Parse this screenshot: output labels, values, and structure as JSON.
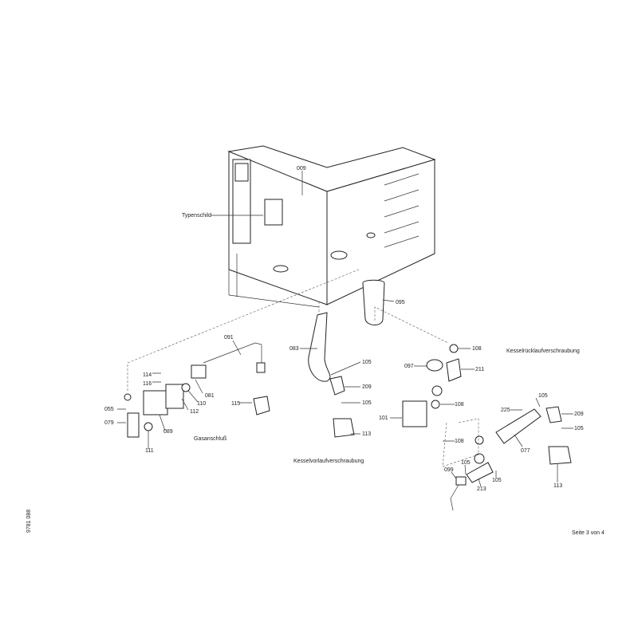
{
  "document": {
    "page": "Seite 3 von 4",
    "drawing_number": "9781 088",
    "captions": {
      "type_plate": "Typenschild",
      "gas_connection": "Gasanschluß",
      "flow_fitting": "Kesselvorlaufverschraubung",
      "return_fitting": "Kesselrücklaufverschraubung"
    },
    "part_labels": {
      "p009": "009",
      "p095": "095",
      "p091": "091",
      "p083": "083",
      "p105a": "105",
      "p108a": "108",
      "p097": "097",
      "p211": "211",
      "p114": "114",
      "p116": "116",
      "p081": "081",
      "p209a": "209",
      "p110": "110",
      "p055": "055",
      "p105b": "105",
      "p112": "112",
      "p115": "115",
      "p079": "079",
      "p108b": "108",
      "p101": "101",
      "p225": "225",
      "p105c": "105",
      "p209b": "209",
      "p105d": "105",
      "p089": "089",
      "p113a": "113",
      "p111": "111",
      "p108c": "108",
      "p077": "077",
      "p099": "099",
      "p105e": "105",
      "p213": "213",
      "p105f": "105",
      "p113b": "113"
    }
  }
}
